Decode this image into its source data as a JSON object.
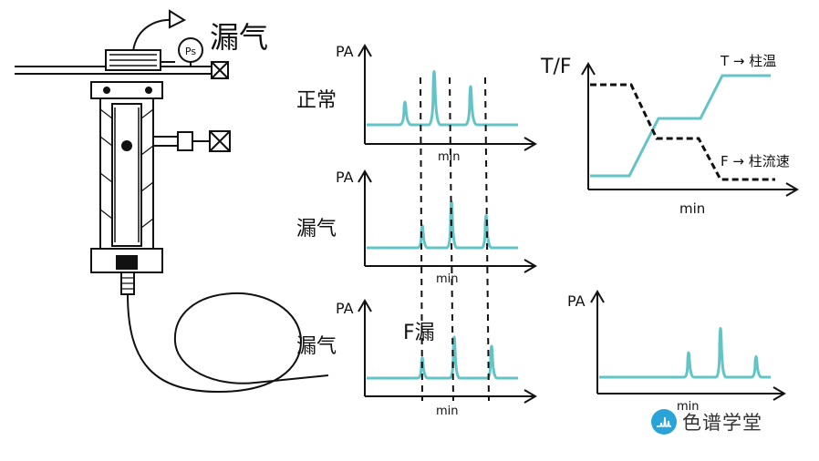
{
  "injector": {
    "leak_label": "漏气",
    "gauge_label": "Ps"
  },
  "rows": [
    {
      "row_label": "正常",
      "y_axis_label": "PA",
      "x_axis_label": "min"
    },
    {
      "row_label": "漏气",
      "y_axis_label": "PA",
      "x_axis_label": "min"
    },
    {
      "row_label": "漏气",
      "y_axis_label": "PA",
      "x_axis_label": "min",
      "annotation": "F漏"
    }
  ],
  "program_chart": {
    "y_axis_label": "T/F",
    "x_axis_label": "min",
    "temp_label": "T → 柱温",
    "flow_label": "F → 柱流速"
  },
  "result_chart": {
    "y_axis_label": "PA",
    "x_axis_label": "min"
  },
  "brand": {
    "name": "色谱学堂"
  },
  "colors": {
    "signal": "#63c4c7",
    "ink": "#111111",
    "brand": "#29a3d8"
  }
}
